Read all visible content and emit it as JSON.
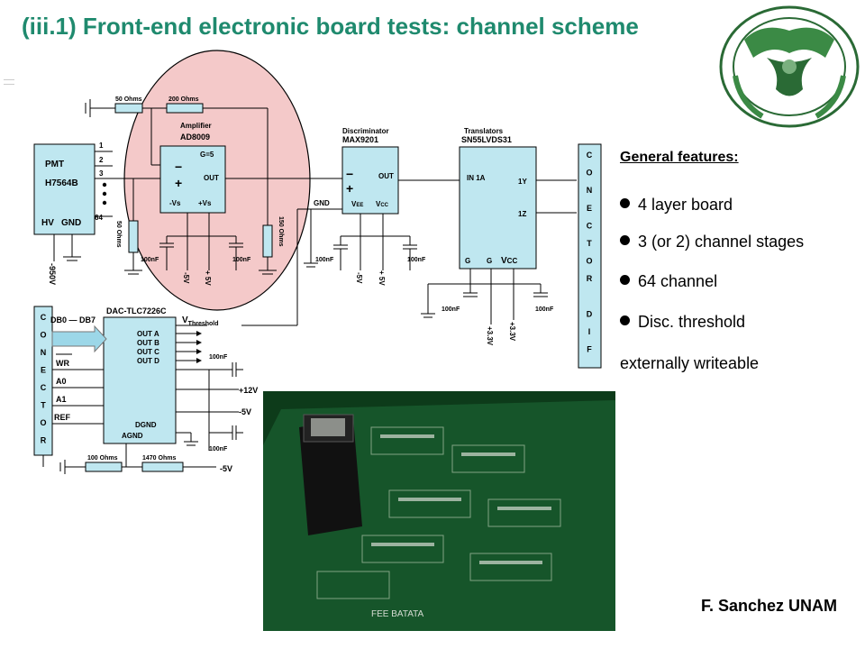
{
  "title": "(iii.1) Front-end electronic board tests: channel scheme",
  "schematic": {
    "pmt_label": "PMT",
    "pmt_model": "H7564B",
    "pmt_hv": "HV",
    "pmt_gnd": "GND",
    "pin_1": "1",
    "pin_2": "2",
    "pin_3": "3",
    "pin_64": "64",
    "hv_value": "-950V",
    "r_50": "50 Ohms",
    "r_200": "200 Ohms",
    "r_50_vert": "50 Ohms",
    "r_150_vert": "150 Ohms",
    "amp_label": "Amplifier",
    "amp_model": "AD8009",
    "amp_gain": "G=5",
    "amp_out": "OUT",
    "amp_minus": "−",
    "amp_plus": "+",
    "amp_vs_neg": "-Vs",
    "amp_vs_pos": "+Vs",
    "cap_100nF": "100nF",
    "neg_5v": "-5V",
    "pos_5v": "+ 5V",
    "disc_label": "Discriminator",
    "disc_model": "MAX9201",
    "disc_out": "OUT",
    "disc_vee": "V",
    "disc_vee_sub": "EE",
    "disc_vcc": "V",
    "disc_vcc_sub": "CC",
    "gnd": "GND",
    "trans_label": "Translators",
    "trans_model": "SN55LVDS31",
    "trans_in": "IN 1A",
    "trans_1y": "1Y",
    "trans_1z": "1Z",
    "trans_g": "G",
    "trans_vcc": "V",
    "trans_vcc_sub": "CC",
    "pos_3v3": "+3.3V",
    "conn_right": [
      "C",
      "O",
      "N",
      "E",
      "C",
      "T",
      "O",
      "R",
      "",
      "D",
      "I",
      "F"
    ],
    "conn_left": [
      "C",
      "O",
      "N",
      "E",
      "C",
      "T",
      "O",
      "R"
    ],
    "dac_model": "DAC-TLC7226C",
    "db": "DB0 — DB7",
    "wr": "WR",
    "a0": "A0",
    "a1": "A1",
    "ref": "REF",
    "out_a": "OUT A",
    "out_b": "OUT B",
    "out_c": "OUT C",
    "out_d": "OUT D",
    "dgnd": "DGND",
    "agnd": "AGND",
    "vthr": "V",
    "vthr_sub": "Threshold",
    "pos_12v": "+12V",
    "neg_5v_b": "-5V",
    "r_100": "100 Ohms",
    "r_1470": "1470 Ohms"
  },
  "features": {
    "title": "General features:",
    "items": [
      "4 layer board",
      "3 (or 2) channel stages",
      "64 channel",
      "Disc. threshold"
    ],
    "continuation": "externally writeable"
  },
  "credit": "F. Sanchez UNAM",
  "colors": {
    "title": "#1f8a6e",
    "highlight": "#f4c9c9",
    "box": "#bfe7f0",
    "arrow": "#9cd7e8",
    "board": "#0d3b1a"
  },
  "icons": {
    "seal": "unam-seal-icon",
    "photo": "pcb-board-photo"
  }
}
